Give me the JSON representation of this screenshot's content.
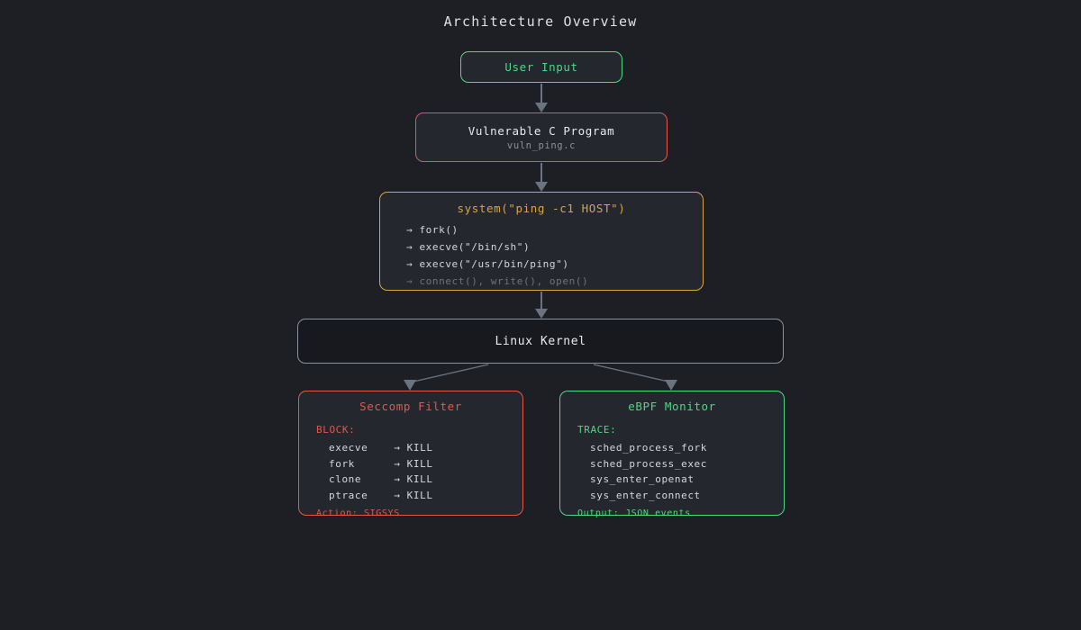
{
  "title": "Architecture Overview",
  "colors": {
    "bg": "#1d1f24",
    "box": "#25272e",
    "kernel-fill": "#17191e",
    "green": "#4cd984",
    "red": "#e2574b",
    "orange": "#d9a53f",
    "grayline": "#8a92a0",
    "arrow": "#6c7380",
    "text": "#e8eaee",
    "muted": "#8b919b",
    "list": "#d4d8de",
    "dim": "#6c737e"
  },
  "nodes": {
    "user_input": {
      "label": "User Input"
    },
    "vulnerable": {
      "title": "Vulnerable C Program",
      "subtitle": "vuln_ping.c"
    },
    "system_call": {
      "title": "system(\"ping -c1 HOST\")",
      "lines": [
        "→ fork()",
        "→ execve(\"/bin/sh\")",
        "→ execve(\"/usr/bin/ping\")",
        "→ connect(), write(), open()"
      ]
    },
    "kernel": {
      "label": "Linux Kernel"
    },
    "seccomp": {
      "title": "Seccomp Filter",
      "section_label": "BLOCK:",
      "rules": [
        "execve    → KILL",
        "fork      → KILL",
        "clone     → KILL",
        "ptrace    → KILL"
      ],
      "footer": "Action: SIGSYS"
    },
    "ebpf": {
      "title": "eBPF Monitor",
      "section_label": "TRACE:",
      "events": [
        "sched_process_fork",
        "sched_process_exec",
        "sys_enter_openat",
        "sys_enter_connect"
      ],
      "footer": "Output: JSON events"
    }
  }
}
